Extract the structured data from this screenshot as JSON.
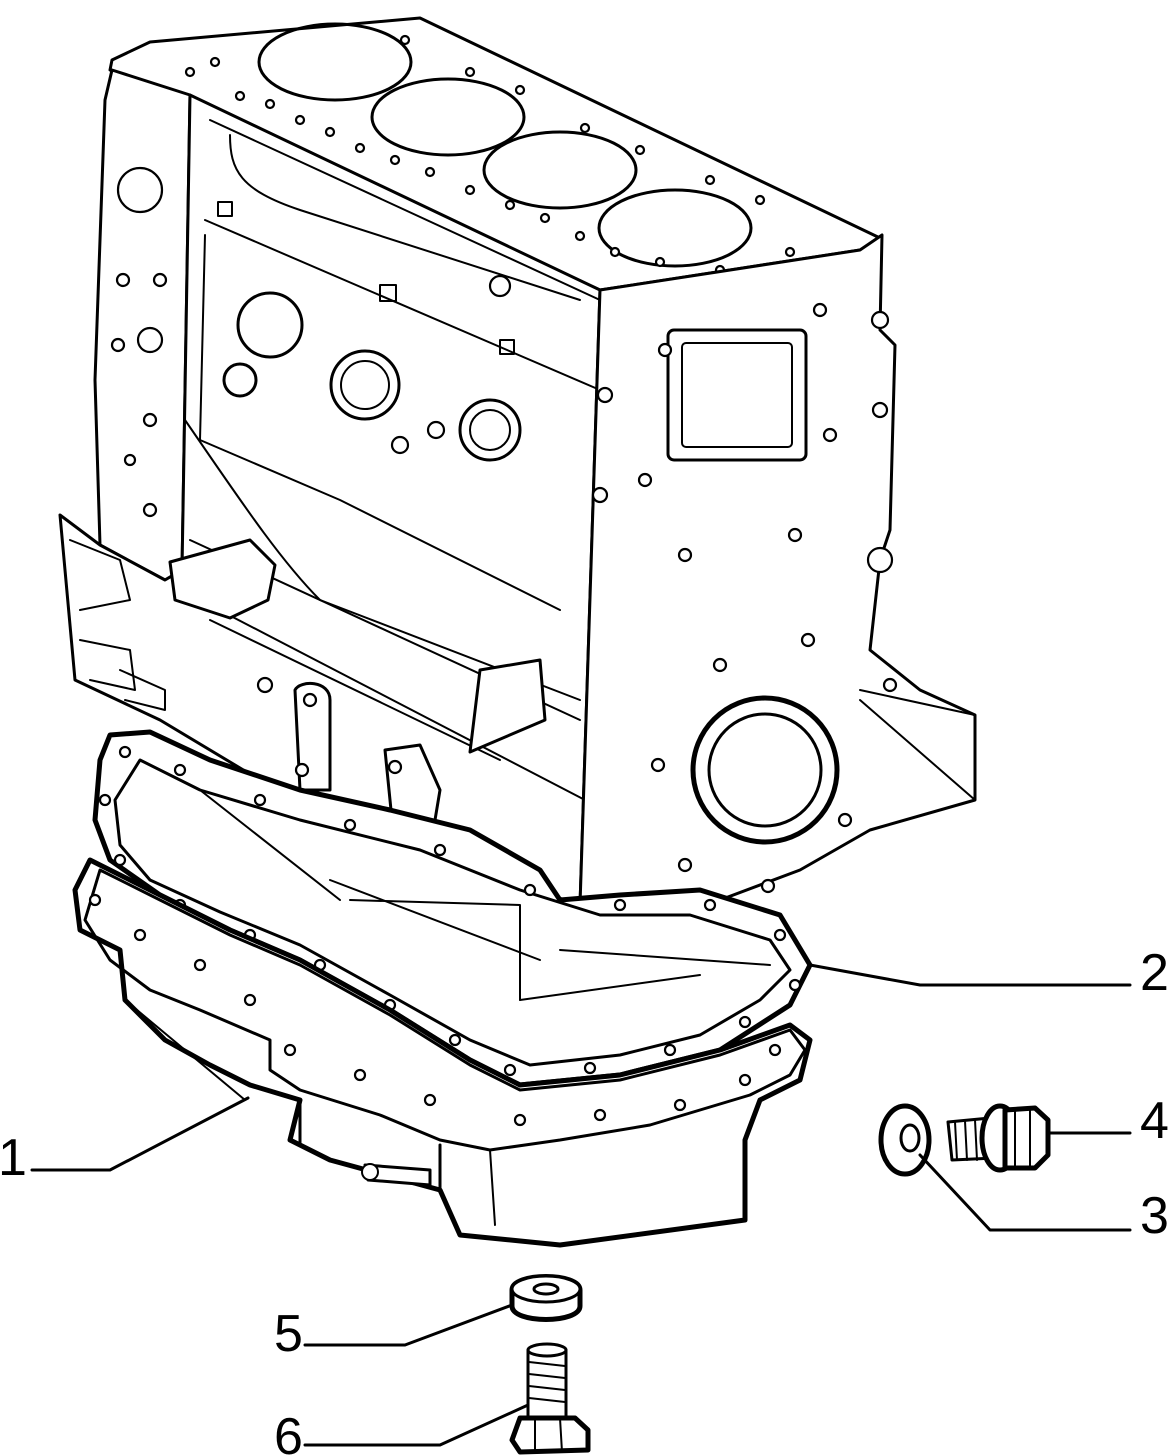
{
  "diagram": {
    "type": "exploded-parts-view",
    "colors": {
      "ink": "#000000",
      "paper": "#ffffff"
    },
    "callouts": [
      {
        "id": "1",
        "label": "1"
      },
      {
        "id": "2",
        "label": "2"
      },
      {
        "id": "3",
        "label": "3"
      },
      {
        "id": "4",
        "label": "4"
      },
      {
        "id": "5",
        "label": "5"
      },
      {
        "id": "6",
        "label": "6"
      }
    ]
  }
}
